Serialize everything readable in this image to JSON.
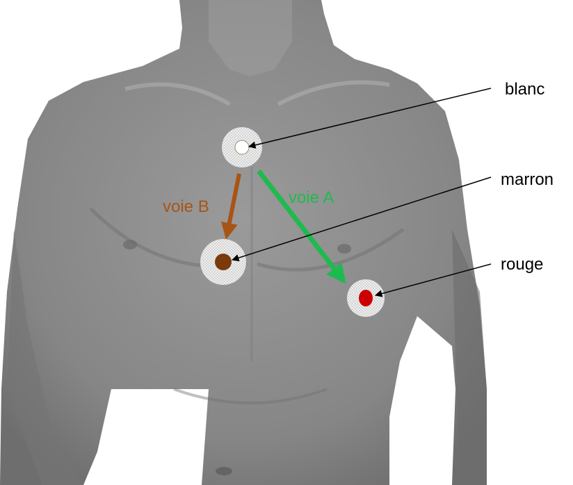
{
  "electrodes": {
    "blanc": {
      "label": "blanc",
      "color": "#ffffff"
    },
    "marron": {
      "label": "marron",
      "color": "#7a3a0c"
    },
    "rouge": {
      "label": "rouge",
      "color": "#cc0000"
    }
  },
  "leads": {
    "voie_a": {
      "label": "voie A",
      "color": "#1fba4f"
    },
    "voie_b": {
      "label": "voie B",
      "color": "#a85414"
    }
  },
  "colors": {
    "skin": "#8f8f8f",
    "pad": "#d9d9d9",
    "callout_line": "#000000"
  }
}
